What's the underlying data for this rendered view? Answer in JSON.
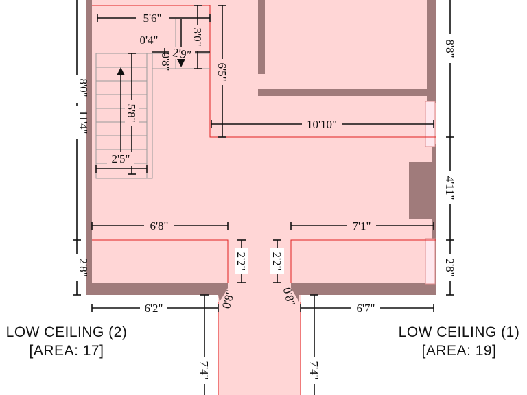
{
  "colors": {
    "room_fill": "#ffd6d6",
    "wall": "#a07b7b",
    "outline": "#e02020",
    "dimension": "#111111"
  },
  "dimensions": {
    "d_5_6": "5'6\"",
    "d_0_4": "0'4\"",
    "d_3_0": "3'0\"",
    "d_2_9": "2'9\"",
    "d_0_8_top": "0'8\"",
    "d_8_0": "8'0\"",
    "d_11_4": "11'4\"",
    "d_5_8": "5'8\"",
    "d_2_5": "2'5\"",
    "d_6_5": "6'5\"",
    "d_10_10": "10'10\"",
    "d_8_8": "8'8\"",
    "d_4_11": "4'11\"",
    "d_6_8": "6'8\"",
    "d_7_1": "7'1\"",
    "d_2_8_left": "2'8\"",
    "d_2_8_right": "2'8\"",
    "d_2_2_left": "2'2\"",
    "d_2_2_right": "2'2\"",
    "d_0_8_left": "0'8\"",
    "d_0_8_right": "0'8\"",
    "d_6_2": "6'2\"",
    "d_6_7": "6'7\"",
    "d_7_4_left": "7'4\"",
    "d_7_4_right": "7'4\""
  },
  "labels": {
    "low_ceiling_2": "LOW CEILING (2)",
    "area_2": "[AREA: 17]",
    "low_ceiling_1": "LOW CEILING (1)",
    "area_1": "[AREA: 19]"
  }
}
